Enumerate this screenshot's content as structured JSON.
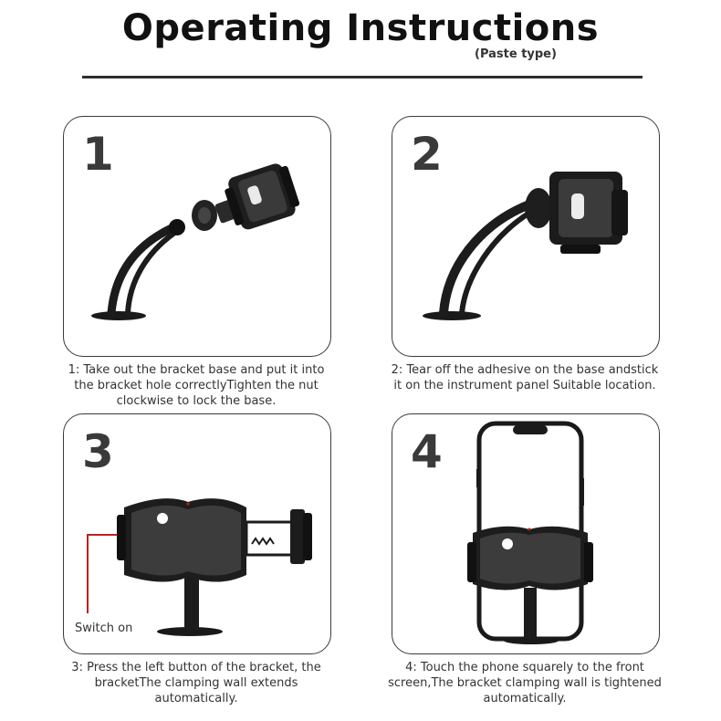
{
  "header": {
    "title": "Operating Instructions",
    "subtitle": "(Paste type)"
  },
  "steps": [
    {
      "number": "1",
      "caption": "1: Take out the bracket base and put it into the bracket hole correctlyTighten the nut clockwise to lock the base."
    },
    {
      "number": "2",
      "caption": "2: Tear off the adhesive on the base andstick it on the instrument panel Suitable location."
    },
    {
      "number": "3",
      "caption": "3: Press the left button of the bracket, the bracketThe clamping wall extends automatically.",
      "callout": "Switch on"
    },
    {
      "number": "4",
      "caption": "4: Touch the phone squarely to the front screen,The bracket clamping wall is tightened automatically."
    }
  ]
}
